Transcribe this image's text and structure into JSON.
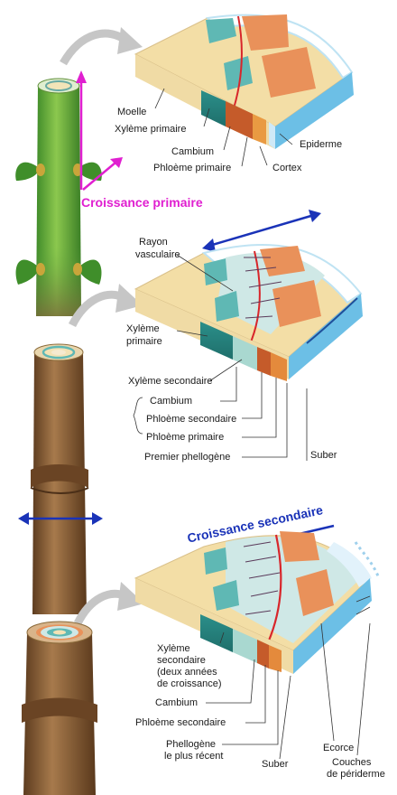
{
  "stage1": {
    "growth_label": "Croissance primaire",
    "labels": {
      "moelle": "Moelle",
      "xyleme_primaire": "Xylème primaire",
      "cambium": "Cambium",
      "phloeme_primaire": "Phloème primaire",
      "cortex": "Cortex",
      "epiderme": "Epiderme"
    }
  },
  "stage2": {
    "labels": {
      "rayon_1": "Rayon",
      "rayon_2": "vasculaire",
      "xyleme_primaire_1": "Xylème",
      "xyleme_primaire_2": "primaire",
      "xyleme_secondaire": "Xylème secondaire",
      "cambium": "Cambium",
      "phloeme_secondaire": "Phloème secondaire",
      "phloeme_primaire": "Phloème primaire",
      "premier_phellogene": "Premier phellogène",
      "suber": "Suber"
    }
  },
  "stage3": {
    "growth_label": "Croissance secondaire",
    "labels": {
      "xyleme_sec_1": "Xylème",
      "xyleme_sec_2": "secondaire",
      "xyleme_sec_3": "(deux années",
      "xyleme_sec_4": "de croissance)",
      "cambium": "Cambium",
      "phloeme_secondaire": "Phloème secondaire",
      "phellogene_1": "Phellogène",
      "phellogene_2": "le plus récent",
      "suber": "Suber",
      "ecorce": "Ecorce",
      "couches_1": "Couches",
      "couches_2": "de périderme"
    }
  },
  "colors": {
    "pith": "#f3dea6",
    "xylem_primary": "#5fb8b4",
    "xylem_secondary": "#cfe8e6",
    "cambium_line": "#d8262b",
    "phloem": "#e9915a",
    "cortex": "#f0a04a",
    "epidermis": "#bfe3f3",
    "cork": "#a8d6ee",
    "arrow_primary": "#e020d0",
    "arrow_secondary": "#1a33b8",
    "bark": "#8b6038",
    "stem_green": "#4f9e34"
  }
}
